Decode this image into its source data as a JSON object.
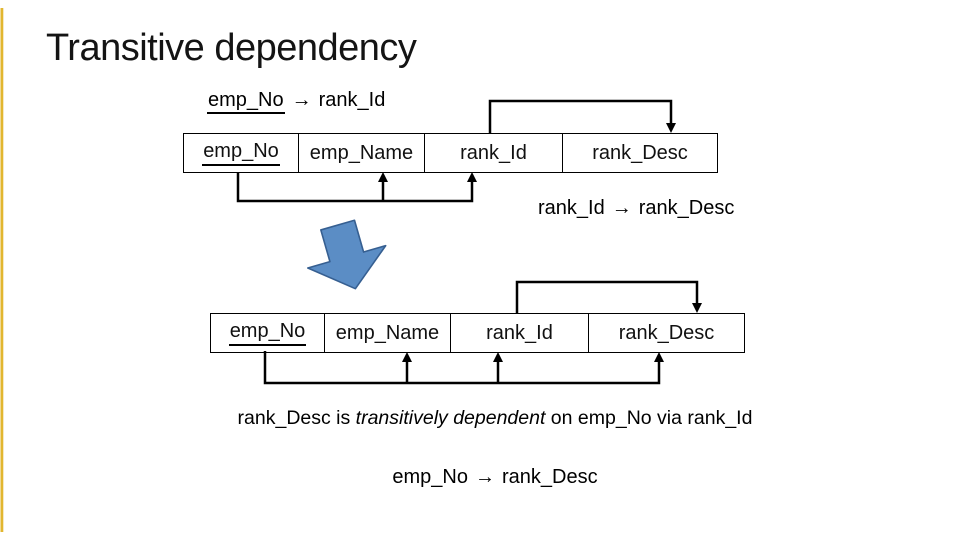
{
  "slide": {
    "title": "Transitive dependency",
    "accent_color": "#E2B62F",
    "background": "#FFFFFF"
  },
  "connector_color": "#000000",
  "fds": {
    "top": {
      "lhs": "emp_No",
      "arrow": "→",
      "rhs": "rank_Id"
    },
    "middle": {
      "lhs": "rank_Id",
      "arrow": "→",
      "rhs": "rank_Desc"
    },
    "bottom": {
      "lhs": "emp_No",
      "arrow": "→",
      "rhs": "rank_Desc"
    }
  },
  "tables": {
    "top": {
      "columns": [
        "emp_No",
        "emp_Name",
        "rank_Id",
        "rank_Desc"
      ],
      "primary_key": "emp_No"
    },
    "bottom": {
      "columns": [
        "emp_No",
        "emp_Name",
        "rank_Id",
        "rank_Desc"
      ],
      "primary_key": "emp_No"
    }
  },
  "caption": {
    "pre": "rank_Desc is ",
    "italic": "transitively dependent",
    "post": " on emp_No via rank_Id"
  },
  "shapes": {
    "blue_arrow": {
      "fill": "#5B8DC5",
      "stroke": "#365F91"
    }
  }
}
